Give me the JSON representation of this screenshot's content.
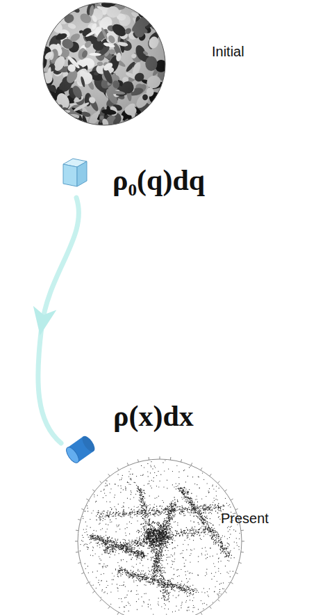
{
  "diagram": {
    "nodes": [
      {
        "text": [
          "ρ₀(q)dq"
        ]
      },
      {
        "text": [
          "ρ(x)dx"
        ]
      }
    ],
    "edges": [
      {
        "from": 0,
        "to": 1,
        "arrow": "to"
      }
    ],
    "labels": [
      "Initial",
      "Present"
    ]
  }
}
